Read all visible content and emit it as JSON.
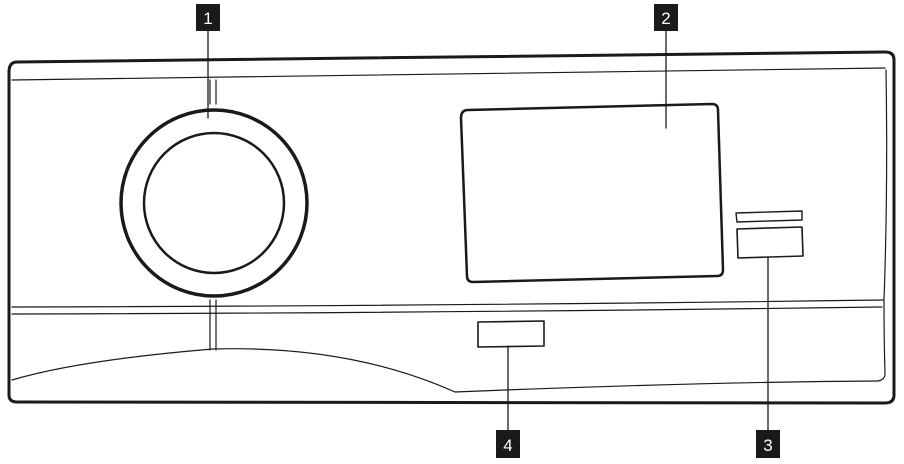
{
  "colors": {
    "line": "#1a1a1a",
    "label_bg": "#1a1a1a",
    "label_text": "#ffffff",
    "background": "#ffffff"
  },
  "callouts": [
    {
      "id": "1",
      "text": "1"
    },
    {
      "id": "2",
      "text": "2"
    },
    {
      "id": "3",
      "text": "3"
    },
    {
      "id": "4",
      "text": "4"
    }
  ]
}
